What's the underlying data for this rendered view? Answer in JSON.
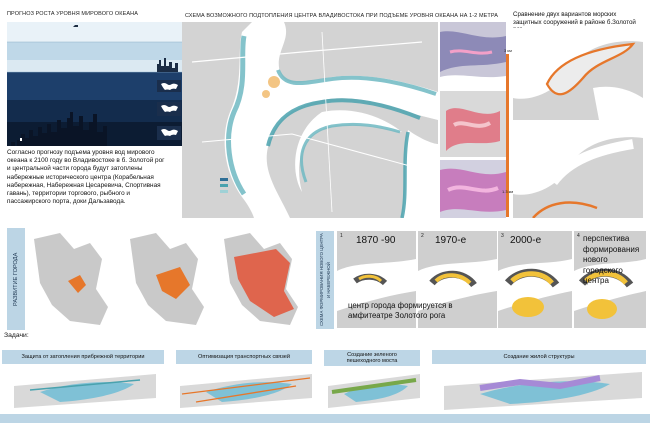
{
  "sea_level": {
    "title": "ПРОГНОЗ РОСТА УРОВНЯ МИРОВОГО ОКЕАНА",
    "paragraph": "Согласно прогнозу подъема уровня вод мирового океана к 2100 году во Владивостоке в б. Золотой рог и центральной части города будут затоплены набережные исторического центра (Корабельная набережная, Набережная Цесаревича, Спортивная гавань), территории торгового, рыбного и пассажирского порта, доки Дальзавода."
  },
  "flood_scheme": {
    "title": "СХЕМА ВОЗМОЖНОГО ПОДТОПЛЕНИЯ ЦЕНТРА ВЛАДИВОСТОКА ПРИ ПОДЪЕМЕ УРОВНЯ ОКЕАНА НА 1-2 МЕТРА",
    "legend": [
      "",
      "",
      ""
    ],
    "scale_top": "3 км",
    "scale_bottom": "1.3 км"
  },
  "comparison": {
    "title": "Сравнение двух вариантов морских защитных сооружений в районе б.Золотой рог"
  },
  "development": {
    "label": "РАЗВИТИЕ ГОРОДА"
  },
  "center_scheme": {
    "label": "СХЕМА ФОРМИРОВАНИЯ НОВОГО ЦЕНТРА И НАБЕРЕЖНОЙ",
    "stages": [
      {
        "num": "1",
        "period": "1870 -90"
      },
      {
        "num": "2",
        "period": "1970-е"
      },
      {
        "num": "3",
        "period": "2000-е"
      },
      {
        "num": "4",
        "period": "перспектива формирования нового городского центра"
      }
    ],
    "note": "центр города формируется в амфитеатре Золотого рога"
  },
  "tasks": {
    "heading": "Задачи:",
    "items": [
      "Защита от затопления прибрежной территории",
      "Оптимизация транспортных связей",
      "Создание зеленого пешеходного моста",
      "Создание жилой структуры"
    ]
  },
  "colors": {
    "sky": "#cfe2ee",
    "deep": "#12243f",
    "flood": "#6fb8c2",
    "orange": "#e6772b",
    "land": "#d9d9d9",
    "task_bar": "#bdd6e6"
  }
}
